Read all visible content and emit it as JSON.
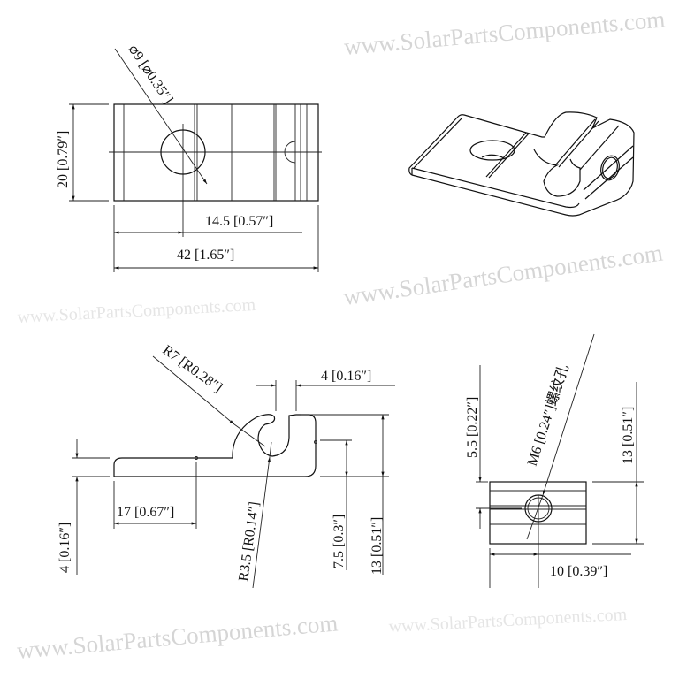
{
  "top_view": {
    "hole_dia": "⌀9 [⌀0.35″]",
    "height": "20 [0.79″]",
    "hole_offset": "14.5 [0.57″]",
    "length": "42 [1.65″]"
  },
  "side_view": {
    "outer_radius": "R7 [R0.28″]",
    "slot_width": "4 [0.16″]",
    "inner_radius": "R3.5 [R0.14″]",
    "plate_thickness": "4 [0.16″]",
    "plate_length": "17 [0.67″]",
    "center_height": "7.5 [0.3″]",
    "total_height": "13 [0.51″]"
  },
  "end_view": {
    "hole_offset": "5.5 [0.22″]",
    "thread": "M6 [0.24″]螺纹孔",
    "height": "13 [0.51″]",
    "width": "10 [0.39″]"
  },
  "watermark": "www.SolarPartsComponents.com"
}
